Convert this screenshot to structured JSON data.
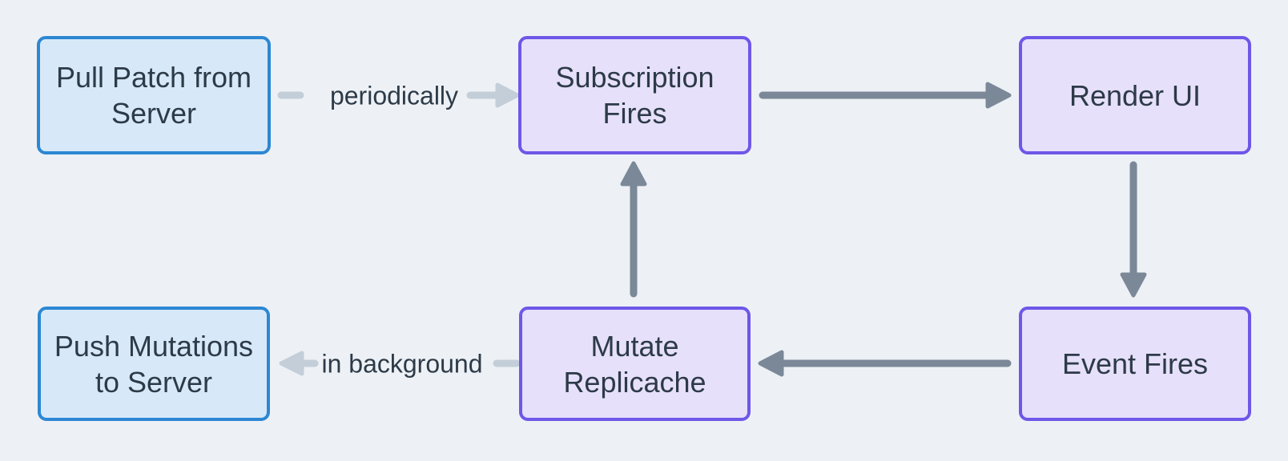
{
  "nodes": {
    "pull_patch": {
      "lines": [
        "Pull Patch from",
        "Server"
      ]
    },
    "subscription_fires": {
      "lines": [
        "Subscription",
        "Fires"
      ]
    },
    "render_ui": {
      "lines": [
        "Render UI"
      ]
    },
    "event_fires": {
      "lines": [
        "Event Fires"
      ]
    },
    "mutate_replicache": {
      "lines": [
        "Mutate",
        "Replicache"
      ]
    },
    "push_mutations": {
      "lines": [
        "Push Mutations",
        "to Server"
      ]
    }
  },
  "edge_labels": {
    "periodically": "periodically",
    "in_background": "in background"
  },
  "colors": {
    "background": "#edf1f5",
    "blue_fill": "#d7e9f8",
    "blue_border": "#2d87d3",
    "purple_fill": "#e6e0fb",
    "purple_border": "#6e57e8",
    "arrow_dark": "#7b8898",
    "arrow_light": "#c3ced9",
    "text": "#2d3a48"
  }
}
